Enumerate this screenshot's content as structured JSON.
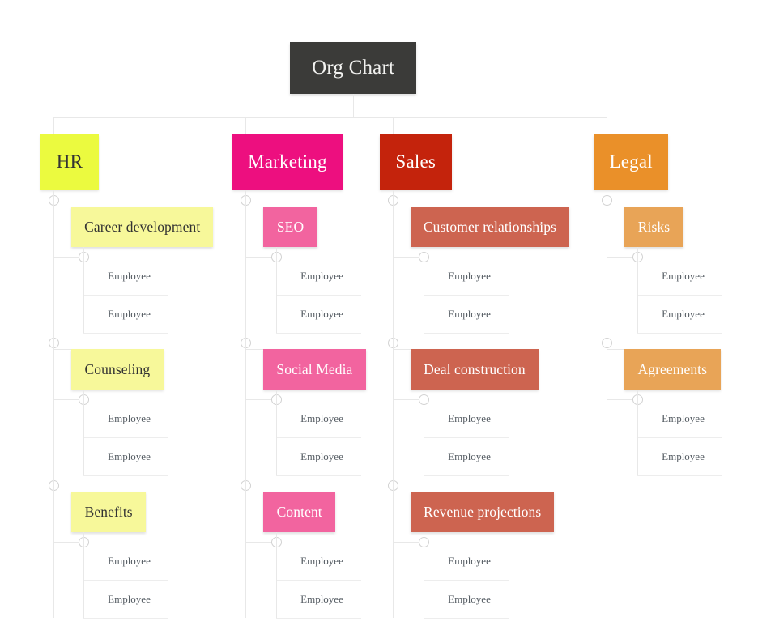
{
  "chart_data": {
    "type": "diagram",
    "title": "Org Chart",
    "layout": "top-down org chart, 4 departments",
    "root": {
      "label": "Org Chart",
      "bg": "#3b3b39",
      "fg": "#f2f2f0"
    },
    "leaf_label": "Employee",
    "palette": {
      "hr_dept": "#ebfa3f",
      "hr_team": "#f7f89a",
      "marketing_dept": "#ed0f7f",
      "marketing_team": "#f2649f",
      "sales_dept": "#c4230c",
      "sales_team": "#cd6450",
      "legal_dept": "#ea9029",
      "legal_team": "#e8a457",
      "connector": "#e8e8e8",
      "knob_border": "#d2d2d2",
      "leaf_text": "#555c63",
      "leaf_separator": "#ededed",
      "page_bg": "#ffffff"
    },
    "departments": [
      {
        "label": "HR",
        "bg": "#ebfa3f",
        "fg": "#333333",
        "team_bg": "#f7f89a",
        "team_fg": "#333333",
        "teams": [
          {
            "label": "Career development",
            "employees": [
              "Employee",
              "Employee"
            ]
          },
          {
            "label": "Counseling",
            "employees": [
              "Employee",
              "Employee"
            ]
          },
          {
            "label": "Benefits",
            "employees": [
              "Employee",
              "Employee"
            ]
          }
        ]
      },
      {
        "label": "Marketing",
        "bg": "#ed0f7f",
        "fg": "#ffffff",
        "team_bg": "#f2649f",
        "team_fg": "#ffffff",
        "teams": [
          {
            "label": "SEO",
            "employees": [
              "Employee",
              "Employee"
            ]
          },
          {
            "label": "Social Media",
            "employees": [
              "Employee",
              "Employee"
            ]
          },
          {
            "label": "Content",
            "employees": [
              "Employee",
              "Employee"
            ]
          }
        ]
      },
      {
        "label": "Sales",
        "bg": "#c4230c",
        "fg": "#ffffff",
        "team_bg": "#cd6450",
        "team_fg": "#ffffff",
        "teams": [
          {
            "label": "Customer relationships",
            "employees": [
              "Employee",
              "Employee"
            ]
          },
          {
            "label": "Deal construction",
            "employees": [
              "Employee",
              "Employee"
            ]
          },
          {
            "label": "Revenue projections",
            "employees": [
              "Employee",
              "Employee"
            ]
          }
        ]
      },
      {
        "label": "Legal",
        "bg": "#ea9029",
        "fg": "#ffffff",
        "team_bg": "#e8a457",
        "team_fg": "#ffffff",
        "teams": [
          {
            "label": "Risks",
            "employees": [
              "Employee",
              "Employee"
            ]
          },
          {
            "label": "Agreements",
            "employees": [
              "Employee",
              "Employee"
            ]
          }
        ]
      }
    ]
  }
}
